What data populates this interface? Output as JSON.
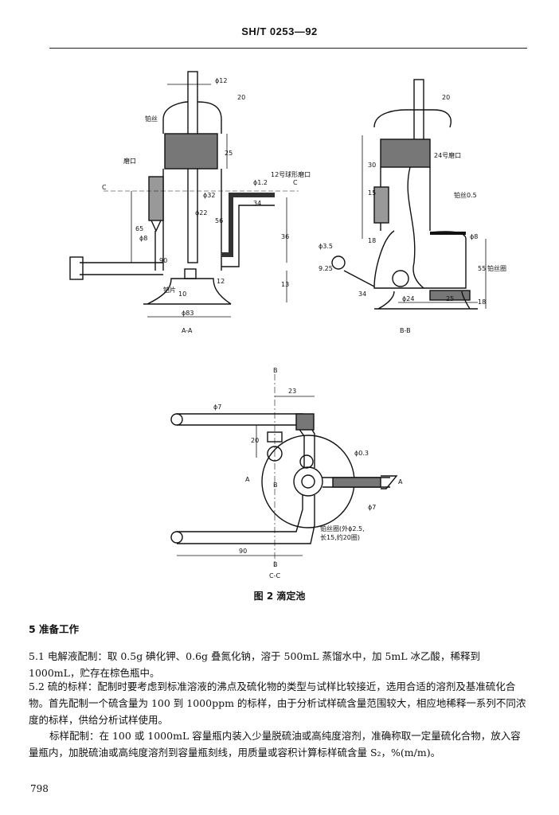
{
  "header": {
    "std_code": "SH/T 0253—92"
  },
  "figure": {
    "view_aa": "A-A",
    "view_bb": "B-B",
    "view_cc": "C-C",
    "labels_aa": {
      "seal": "铂丝",
      "ground_mouth": "磨口",
      "ball_mouth": "12号球形磨口",
      "platinum_sheet": "铂片",
      "d12": "ϕ12",
      "d32": "ϕ32",
      "d22": "ϕ22",
      "d8": "ϕ8",
      "d12_2": "ϕ1.2",
      "d83": "ϕ83",
      "n20": "20",
      "n25": "25",
      "n34": "34",
      "n56": "56",
      "n65": "65",
      "n90": "90",
      "n36": "36",
      "n13": "13",
      "n12": "12",
      "n10": "10",
      "c": "C"
    },
    "labels_bb": {
      "ground24": "24号磨口",
      "pt_wire": "铂丝0.5",
      "pt_loop": "铂丝圈",
      "d35": "ϕ3.5",
      "d925": "9.25",
      "d8": "ϕ8",
      "d24": "ϕ24",
      "n20": "20",
      "n30": "30",
      "n15": "15",
      "n18": "18",
      "n34": "34",
      "n25": "25",
      "n55": "55",
      "n18b": "18"
    },
    "labels_cc": {
      "b": "B",
      "a": "A",
      "n23": "23",
      "n20": "20",
      "n90": "90",
      "d7": "ϕ7",
      "d03": "ϕ0.3",
      "d7b": "ϕ7",
      "coil": "铂丝圈(外ϕ2.5,",
      "coil2": "长15,约20圈)"
    },
    "caption": "图 2  滴定池"
  },
  "section": {
    "heading": "5  准备工作",
    "p51": "5.1  电解液配制：取 0.5g 碘化钾、0.6g 叠氮化钠，溶于 500mL 蒸馏水中，加 5mL 冰乙酸，稀释到1000mL，贮存在棕色瓶中。",
    "p52": "5.2  硫的标样：配制时要考虑到标准溶液的沸点及硫化物的类型与试样比较接近，选用合适的溶剂及基准硫化合物。首先配制一个硫含量为 100 到 1000ppm 的标样，由于分析试样硫含量范围较大，相应地稀释一系列不同浓度的标样，供给分析试样使用。",
    "p53": "标样配制：在 100 或 1000mL 容量瓶内装入少量脱硫油或高纯度溶剂，准确称取一定量硫化合物，放入容量瓶内，加脱硫油或高纯度溶剂到容量瓶刻线，用质量或容积计算标样硫含量 S₂，%(m/m)。"
  },
  "page_number": "798"
}
